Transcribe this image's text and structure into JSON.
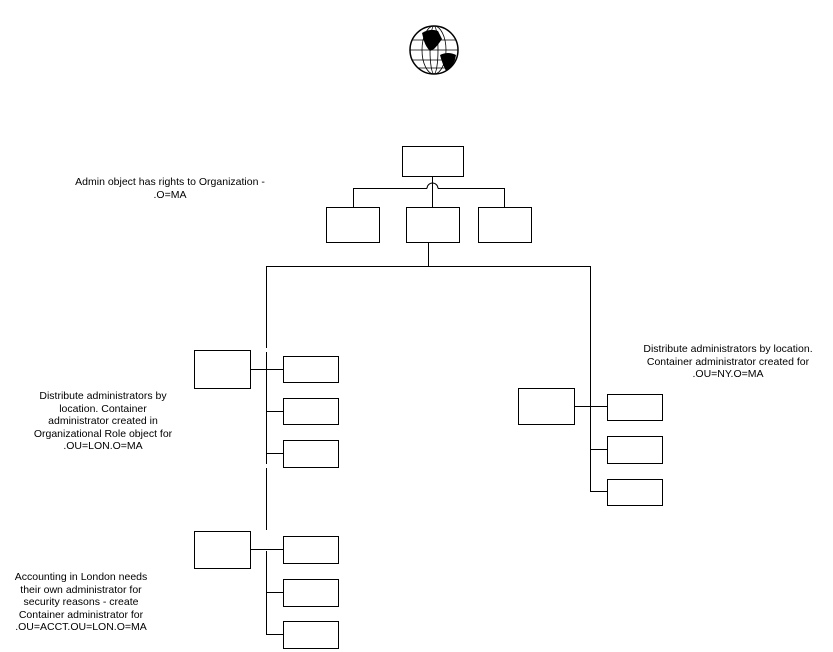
{
  "globe_icon": "globe-icon",
  "notes": {
    "org": "Admin object has rights to Organization -\n.O=MA",
    "london": "Distribute administrators by\nlocation.  Container\nadministrator created in\nOrganizational Role object for\n.OU=LON.O=MA",
    "newyork": "Distribute administrators by location.\nContainer administrator created for\n.OU=NY.O=MA",
    "accounting": "Accounting in London needs\ntheir own administrator for\nsecurity reasons - create\nContainer administrator for\n.OU=ACCT.OU=LON.O=MA"
  }
}
